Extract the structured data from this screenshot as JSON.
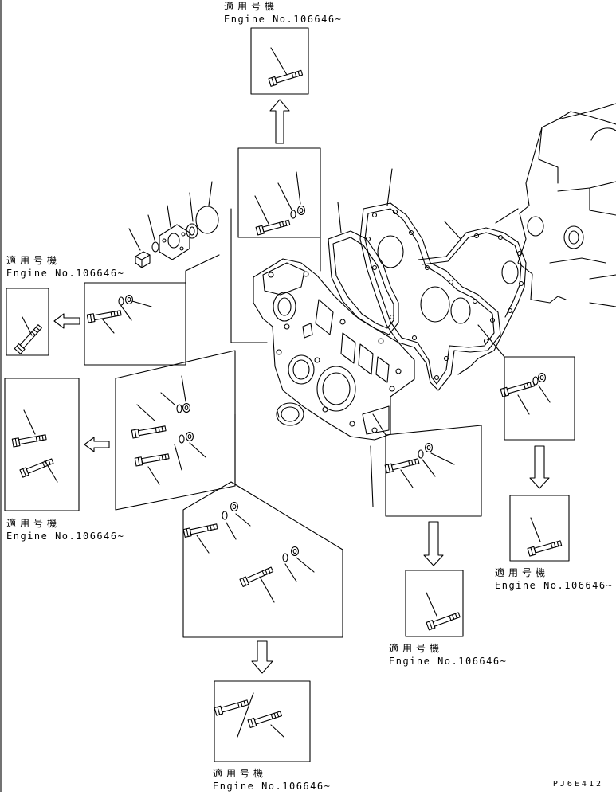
{
  "applicability_notes": [
    {
      "jp": "適用号機",
      "en": "Engine No.106646~"
    },
    {
      "jp": "適用号機",
      "en": "Engine No.106646~"
    },
    {
      "jp": "適用号機",
      "en": "Engine No.106646~"
    },
    {
      "jp": "適用号機",
      "en": "Engine No.106646~"
    },
    {
      "jp": "適用号機",
      "en": "Engine No.106646~"
    },
    {
      "jp": "適用号機",
      "en": "Engine No.106646~"
    }
  ],
  "drawing_ref": "PJ6E412"
}
